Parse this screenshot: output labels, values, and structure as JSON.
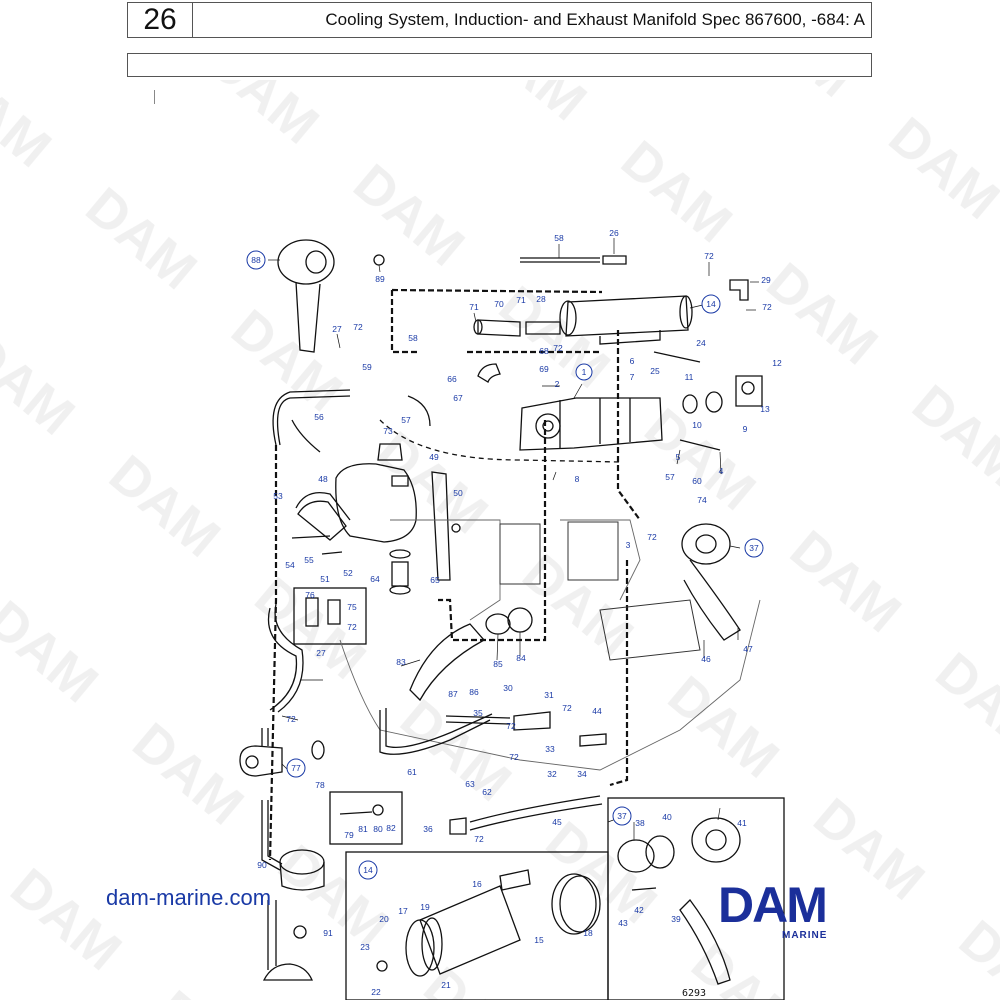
{
  "header": {
    "page_number": "26",
    "title": "Cooling System, Induction- and Exhaust Manifold Spec 867600, -684: A"
  },
  "watermark": {
    "text": "DAM"
  },
  "footer": {
    "website": "dam-marine.com",
    "brand": "DAM",
    "brand_sub": "MARINE",
    "figure_number": "6293"
  },
  "colors": {
    "callout": "#1a3aa6",
    "brand": "#1b2f9a",
    "line": "#111111"
  },
  "callouts": [
    {
      "id": "c88",
      "label": "88",
      "circled": true
    },
    {
      "id": "c89",
      "label": "89"
    },
    {
      "id": "c58a",
      "label": "58"
    },
    {
      "id": "c26",
      "label": "26"
    },
    {
      "id": "c72a",
      "label": "72"
    },
    {
      "id": "c29",
      "label": "29"
    },
    {
      "id": "c72b",
      "label": "72"
    },
    {
      "id": "c14a",
      "label": "14",
      "circled": true
    },
    {
      "id": "c71a",
      "label": "71"
    },
    {
      "id": "c70",
      "label": "70"
    },
    {
      "id": "c71b",
      "label": "71"
    },
    {
      "id": "c28",
      "label": "28"
    },
    {
      "id": "c72c",
      "label": "72"
    },
    {
      "id": "c27a",
      "label": "27"
    },
    {
      "id": "c72d",
      "label": "72"
    },
    {
      "id": "c58b",
      "label": "58"
    },
    {
      "id": "c68",
      "label": "68"
    },
    {
      "id": "c24",
      "label": "24"
    },
    {
      "id": "c12",
      "label": "12"
    },
    {
      "id": "c59",
      "label": "59"
    },
    {
      "id": "c6",
      "label": "6"
    },
    {
      "id": "c25",
      "label": "25"
    },
    {
      "id": "c66",
      "label": "66"
    },
    {
      "id": "c69",
      "label": "69"
    },
    {
      "id": "c7",
      "label": "7"
    },
    {
      "id": "c1",
      "label": "1",
      "circled": true
    },
    {
      "id": "c11",
      "label": "11"
    },
    {
      "id": "c2",
      "label": "2"
    },
    {
      "id": "c67",
      "label": "67"
    },
    {
      "id": "c56",
      "label": "56"
    },
    {
      "id": "c57a",
      "label": "57"
    },
    {
      "id": "c10",
      "label": "10"
    },
    {
      "id": "c13",
      "label": "13"
    },
    {
      "id": "c9",
      "label": "9"
    },
    {
      "id": "c73",
      "label": "73"
    },
    {
      "id": "c5",
      "label": "5"
    },
    {
      "id": "c4",
      "label": "4"
    },
    {
      "id": "c49",
      "label": "49"
    },
    {
      "id": "c48",
      "label": "48"
    },
    {
      "id": "c8",
      "label": "8"
    },
    {
      "id": "c57b",
      "label": "57"
    },
    {
      "id": "c60",
      "label": "60"
    },
    {
      "id": "c50",
      "label": "50"
    },
    {
      "id": "c53",
      "label": "53"
    },
    {
      "id": "c74",
      "label": "74"
    },
    {
      "id": "c72e",
      "label": "72"
    },
    {
      "id": "c3",
      "label": "3"
    },
    {
      "id": "c37a",
      "label": "37",
      "circled": true
    },
    {
      "id": "c54",
      "label": "54"
    },
    {
      "id": "c55",
      "label": "55"
    },
    {
      "id": "c51",
      "label": "51"
    },
    {
      "id": "c52",
      "label": "52"
    },
    {
      "id": "c64",
      "label": "64"
    },
    {
      "id": "c65",
      "label": "65"
    },
    {
      "id": "c76",
      "label": "76"
    },
    {
      "id": "c75",
      "label": "75"
    },
    {
      "id": "c72f",
      "label": "72"
    },
    {
      "id": "c47",
      "label": "47"
    },
    {
      "id": "c27b",
      "label": "27"
    },
    {
      "id": "c83",
      "label": "83"
    },
    {
      "id": "c85",
      "label": "85"
    },
    {
      "id": "c84",
      "label": "84"
    },
    {
      "id": "c46",
      "label": "46"
    },
    {
      "id": "c87",
      "label": "87"
    },
    {
      "id": "c86",
      "label": "86"
    },
    {
      "id": "c30",
      "label": "30"
    },
    {
      "id": "c31",
      "label": "31"
    },
    {
      "id": "c72g",
      "label": "72"
    },
    {
      "id": "c35",
      "label": "35"
    },
    {
      "id": "c72h",
      "label": "72"
    },
    {
      "id": "c44",
      "label": "44"
    },
    {
      "id": "c72i",
      "label": "72"
    },
    {
      "id": "c33",
      "label": "33"
    },
    {
      "id": "c77",
      "label": "77",
      "circled": true
    },
    {
      "id": "c78",
      "label": "78"
    },
    {
      "id": "c61",
      "label": "61"
    },
    {
      "id": "c72j",
      "label": "72"
    },
    {
      "id": "c63",
      "label": "63"
    },
    {
      "id": "c62",
      "label": "62"
    },
    {
      "id": "c32",
      "label": "32"
    },
    {
      "id": "c34",
      "label": "34"
    },
    {
      "id": "c79",
      "label": "79"
    },
    {
      "id": "c81",
      "label": "81"
    },
    {
      "id": "c80",
      "label": "80"
    },
    {
      "id": "c82",
      "label": "82"
    },
    {
      "id": "c36",
      "label": "36"
    },
    {
      "id": "c72k",
      "label": "72"
    },
    {
      "id": "c45",
      "label": "45"
    },
    {
      "id": "c37b",
      "label": "37",
      "circled": true
    },
    {
      "id": "c38",
      "label": "38"
    },
    {
      "id": "c40",
      "label": "40"
    },
    {
      "id": "c41",
      "label": "41"
    },
    {
      "id": "c90",
      "label": "90"
    },
    {
      "id": "c14b",
      "label": "14",
      "circled": true
    },
    {
      "id": "c16",
      "label": "16"
    },
    {
      "id": "c20",
      "label": "20"
    },
    {
      "id": "c17",
      "label": "17"
    },
    {
      "id": "c19",
      "label": "19"
    },
    {
      "id": "c15",
      "label": "15"
    },
    {
      "id": "c18",
      "label": "18"
    },
    {
      "id": "c42",
      "label": "42"
    },
    {
      "id": "c43",
      "label": "43"
    },
    {
      "id": "c39",
      "label": "39"
    },
    {
      "id": "c91",
      "label": "91"
    },
    {
      "id": "c23",
      "label": "23"
    },
    {
      "id": "c21",
      "label": "21"
    },
    {
      "id": "c22",
      "label": "22"
    }
  ]
}
